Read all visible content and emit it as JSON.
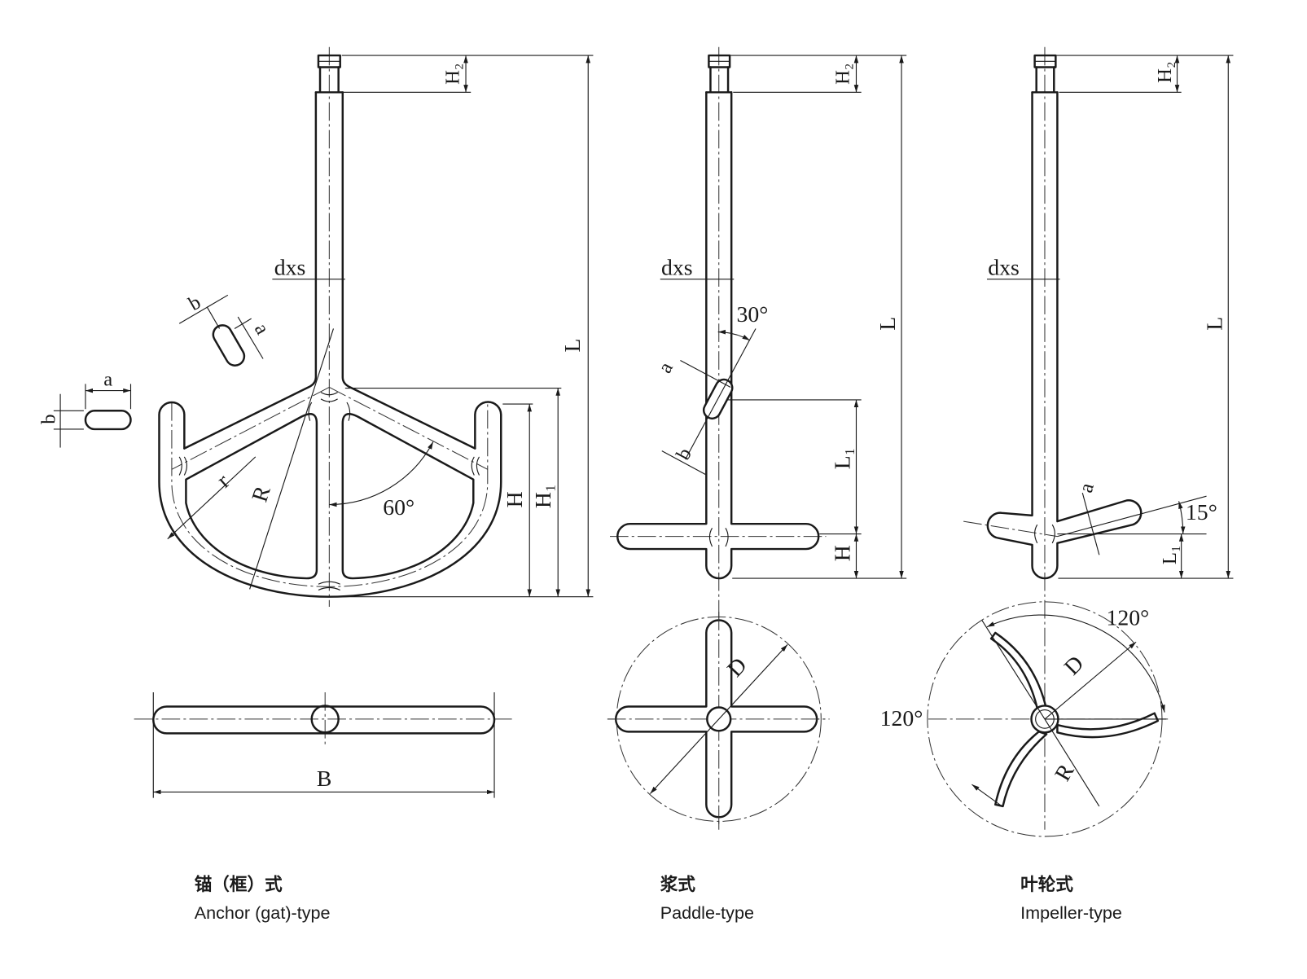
{
  "anchor": {
    "caption_cn": "锚（框）式",
    "caption_en": "Anchor (gat)-type",
    "label_h2": "H₂",
    "label_l": "L",
    "label_dxs": "dxs",
    "label_section_a": "a",
    "label_section_b": "b",
    "label_tilted_a": "a",
    "label_tilted_b": "b",
    "label_r_small": "r",
    "label_r_large": "R",
    "label_angle": "60°",
    "label_h": "H",
    "label_h1": "H₁",
    "label_width": "B"
  },
  "paddle": {
    "caption_cn": "浆式",
    "caption_en": "Paddle-type",
    "label_h2": "H₂",
    "label_l": "L",
    "label_dxs": "dxs",
    "label_angle": "30°",
    "label_a": "a",
    "label_b": "b",
    "label_l1": "L₁",
    "label_h": "H",
    "label_d": "D"
  },
  "impeller": {
    "caption_cn": "叶轮式",
    "caption_en": "Impeller-type",
    "label_h2": "H₂",
    "label_l": "L",
    "label_dxs": "dxs",
    "label_angle": "15°",
    "label_a": "a",
    "label_l1": "L₁",
    "label_angle_top": "120°",
    "label_angle_left": "120°",
    "label_d": "D",
    "label_r": "R"
  }
}
